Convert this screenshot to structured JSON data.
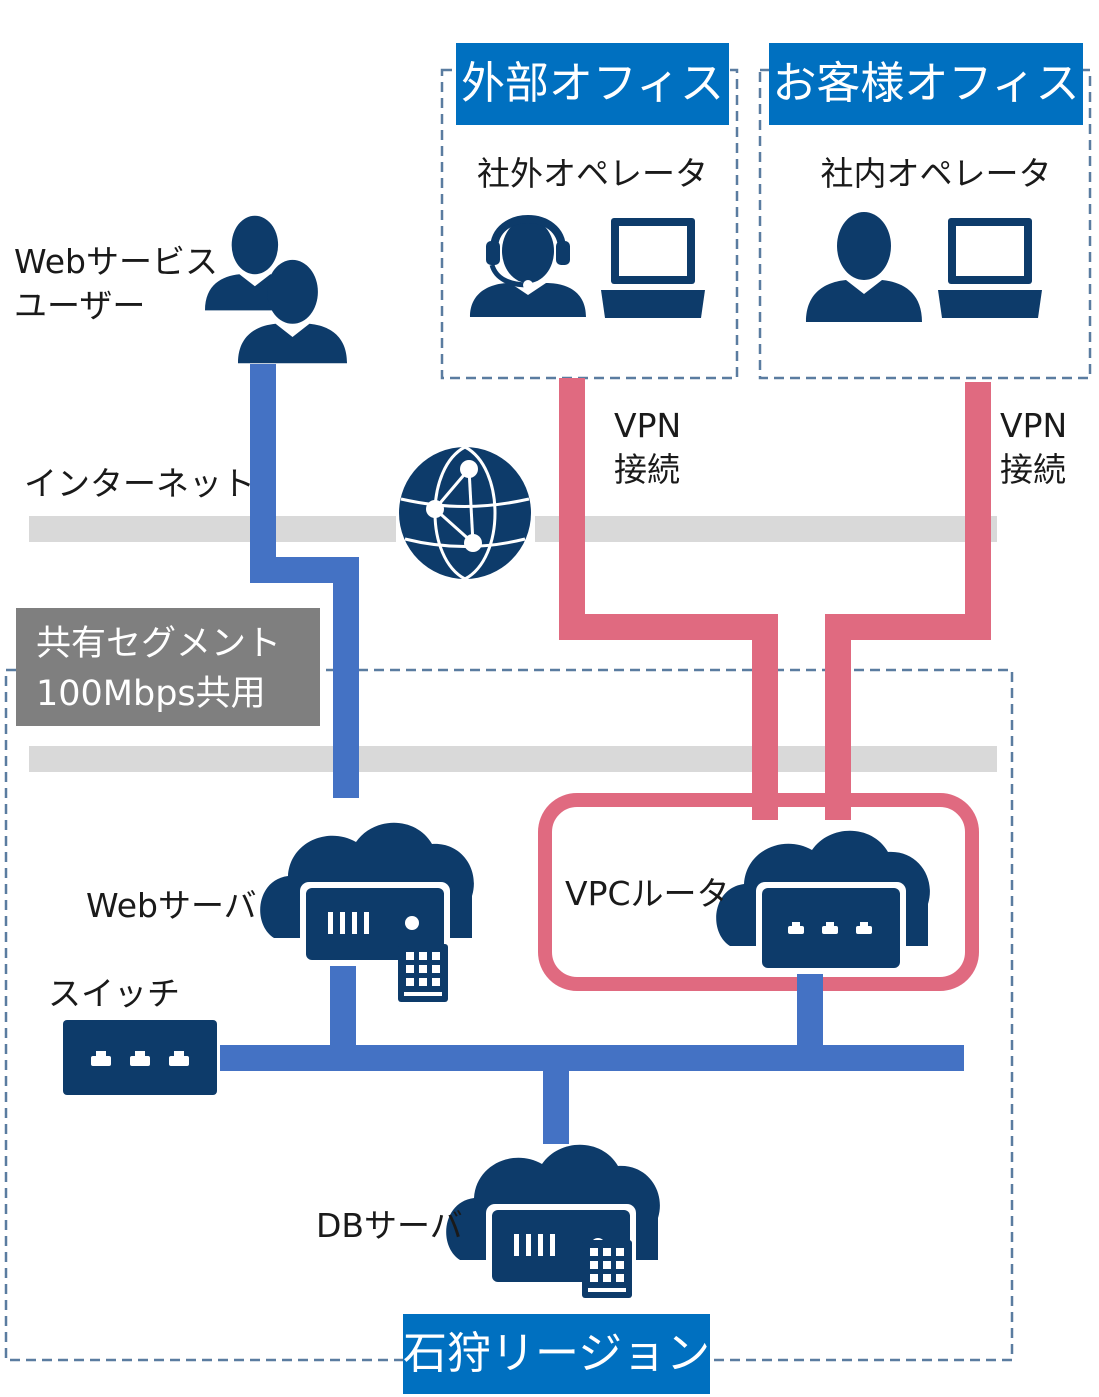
{
  "colors": {
    "navy": "#0d3b6a",
    "blue_line": "#4472c4",
    "pink_line": "#e06a80",
    "bus_gray": "#d9d9d9",
    "band_blue": "#0070c0",
    "tag_gray": "#7f7f7f",
    "dash_border": "#5a7ca0"
  },
  "offices": {
    "external": {
      "title": "外部オフィス",
      "operator": "社外オペレータ",
      "icons": [
        "headset-operator-icon",
        "laptop-icon"
      ]
    },
    "customer": {
      "title": "お客様オフィス",
      "operator": "社内オペレータ",
      "icons": [
        "person-icon",
        "laptop-icon"
      ]
    }
  },
  "users": {
    "label_line1": "Webサービス",
    "label_line2": "ユーザー",
    "icon": "users-icon"
  },
  "internet": {
    "label": "インターネット",
    "icon": "globe-network-icon"
  },
  "vpn": [
    {
      "line1": "VPN",
      "line2": "接続"
    },
    {
      "line1": "VPN",
      "line2": "接続"
    }
  ],
  "segment": {
    "line1": "共有セグメント",
    "line2": "100Mbps共用"
  },
  "servers": {
    "web": {
      "label": "Webサーバ",
      "icon": "cloud-server-icon",
      "disk_icon": "disk-icon"
    },
    "db": {
      "label": "DBサーバ",
      "icon": "cloud-server-icon",
      "disk_icon": "disk-icon"
    }
  },
  "router": {
    "label": "VPCルータ",
    "icon": "cloud-router-icon"
  },
  "switch": {
    "label": "スイッチ",
    "icon": "switch-icon"
  },
  "region": {
    "title": "石狩リージョン"
  }
}
